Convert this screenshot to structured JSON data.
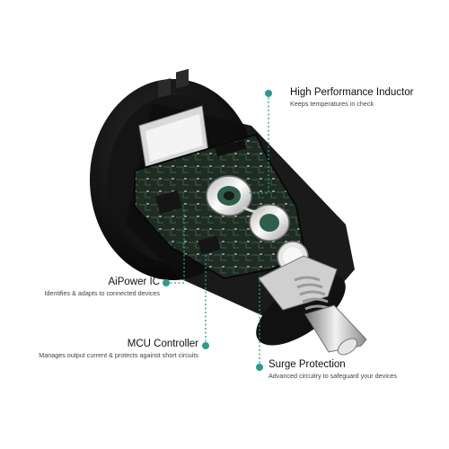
{
  "labels": {
    "inductor": {
      "title": "High Performance Inductor",
      "desc": "Keeps temperatures in check"
    },
    "aipower": {
      "title": "AiPower IC",
      "desc": "Identifies & adapts to connected devices"
    },
    "mcu": {
      "title": "MCU Controller",
      "desc": "Manages output current & protects against short circuits"
    },
    "surge": {
      "title": "Surge Protection",
      "desc": "Advanced circuitry to safeguard your devices"
    }
  },
  "colors": {
    "callout": "#2a9d8f",
    "shell": "#0c0c0c",
    "pcb": "#1d2b22",
    "metal": "#c8c8c8"
  }
}
